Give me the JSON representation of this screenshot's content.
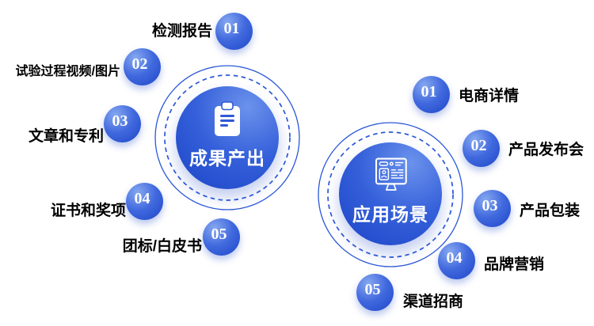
{
  "canvas": {
    "background": "#ffffff"
  },
  "colors": {
    "ring_stroke": "#2b58d8",
    "sphere_light": "#6b92ec",
    "sphere_mid": "#3560da",
    "sphere_dark": "#1b44c6",
    "badge_light": "#86a8f0",
    "badge_mid": "#4169de",
    "badge_dark": "#1d46c8",
    "label_text": "#000000",
    "hub_title_text": "#ffffff"
  },
  "hubs": [
    {
      "title": "成果产出",
      "icon": "clipboard-icon",
      "items": [
        {
          "num": "01",
          "label": "检测报告"
        },
        {
          "num": "02",
          "label": "试验过程视频/图片"
        },
        {
          "num": "03",
          "label": "文章和专利"
        },
        {
          "num": "04",
          "label": "证书和奖项"
        },
        {
          "num": "05",
          "label": "团标/白皮书"
        }
      ]
    },
    {
      "title": "应用场景",
      "icon": "monitor-icon",
      "items": [
        {
          "num": "01",
          "label": "电商详情"
        },
        {
          "num": "02",
          "label": "产品发布会"
        },
        {
          "num": "03",
          "label": "产品包装"
        },
        {
          "num": "04",
          "label": "品牌营销"
        },
        {
          "num": "05",
          "label": "渠道招商"
        }
      ]
    }
  ]
}
